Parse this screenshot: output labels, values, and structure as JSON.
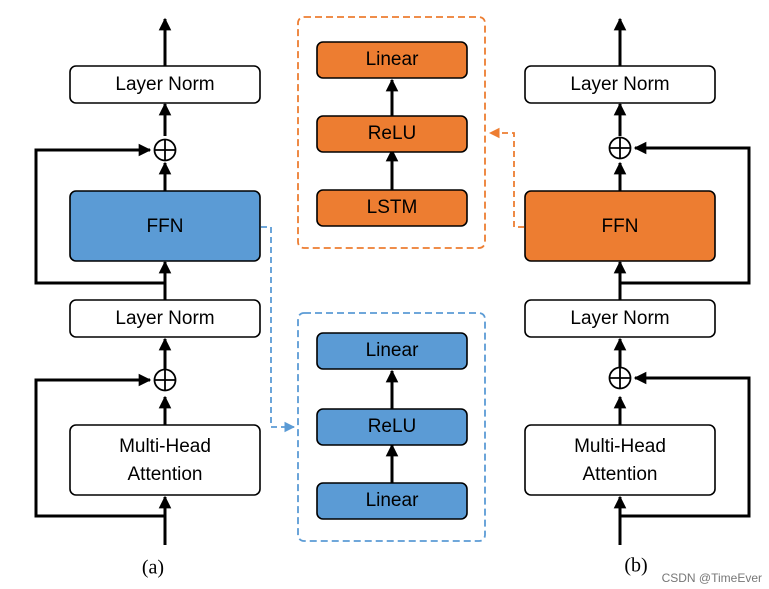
{
  "colors": {
    "blue": "#5b9bd5",
    "orange": "#ed7d31",
    "line": "#000000",
    "box_fill": "#ffffff"
  },
  "left_column": {
    "top_norm": "Layer Norm",
    "ffn": "FFN",
    "mid_norm": "Layer Norm",
    "attention_line1": "Multi-Head",
    "attention_line2": "Attention",
    "caption": "(a)"
  },
  "right_column": {
    "top_norm": "Layer Norm",
    "ffn": "FFN",
    "mid_norm": "Layer Norm",
    "attention_line1": "Multi-Head",
    "attention_line2": "Attention",
    "caption": "(b)"
  },
  "orange_ffn_detail": {
    "layers": [
      "Linear",
      "ReLU",
      "LSTM"
    ]
  },
  "blue_ffn_detail": {
    "layers": [
      "Linear",
      "ReLU",
      "Linear"
    ]
  },
  "watermark": "CSDN @TimeEver"
}
